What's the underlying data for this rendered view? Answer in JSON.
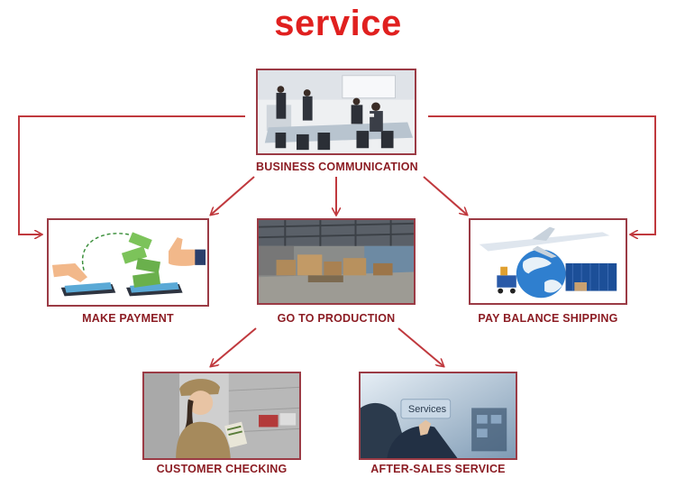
{
  "title": "service",
  "colors": {
    "title": "#e0201f",
    "line": "#c0393e",
    "frame": "#9b3b45",
    "label": "#8c1d24"
  },
  "steps": {
    "business_communication": {
      "label": "BUSINESS COMMUNICATION",
      "icon": "meeting-photo"
    },
    "make_payment": {
      "label": "MAKE PAYMENT",
      "icon": "payment-illustration"
    },
    "go_to_production": {
      "label": "GO TO PRODUCTION",
      "icon": "warehouse-photo"
    },
    "pay_balance_shipping": {
      "label": "PAY BALANCE SHIPPING",
      "icon": "shipping-illustration"
    },
    "customer_checking": {
      "label": "CUSTOMER CHECKING",
      "icon": "worker-photo"
    },
    "after_sales_service": {
      "label": "AFTER-SALES SERVICE",
      "icon": "touchscreen-photo"
    }
  },
  "after_sales_screen_text": "Services"
}
